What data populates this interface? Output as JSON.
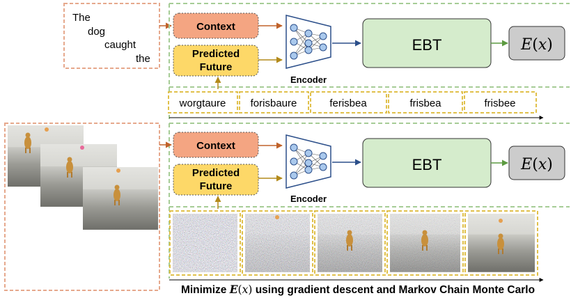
{
  "text_input": {
    "words": [
      "The",
      "dog",
      "caught",
      "the"
    ]
  },
  "blocks": {
    "context": "Context",
    "predicted_future": [
      "Predicted",
      "Future"
    ],
    "encoder": "Encoder",
    "ebt": "EBT",
    "energy_var": "E",
    "energy_arg": "x"
  },
  "text_refinement_steps": [
    "worgtaure",
    "forisbaure",
    "ferisbea",
    "frisbea",
    "frisbee"
  ],
  "image_refinement_steps": 5,
  "caption": {
    "prefix": "Minimize",
    "var": "E",
    "arg": "x",
    "suffix": "using gradient descent and Markov Chain Monte Carlo"
  },
  "colors": {
    "context_fill": "#f4a582",
    "future_fill": "#fdd868",
    "ebt_fill": "#d5eccc",
    "energy_fill": "#cccccc",
    "input_border": "#e6a88c",
    "dashed_green": "#a6cc96",
    "dashed_yellow": "#e0c04a",
    "encoder_node": "#a9c8ec",
    "arrow_orange": "#c0622a",
    "arrow_gold": "#b38a1a",
    "arrow_blue": "#2c4f8a",
    "arrow_green": "#5c9a40"
  }
}
